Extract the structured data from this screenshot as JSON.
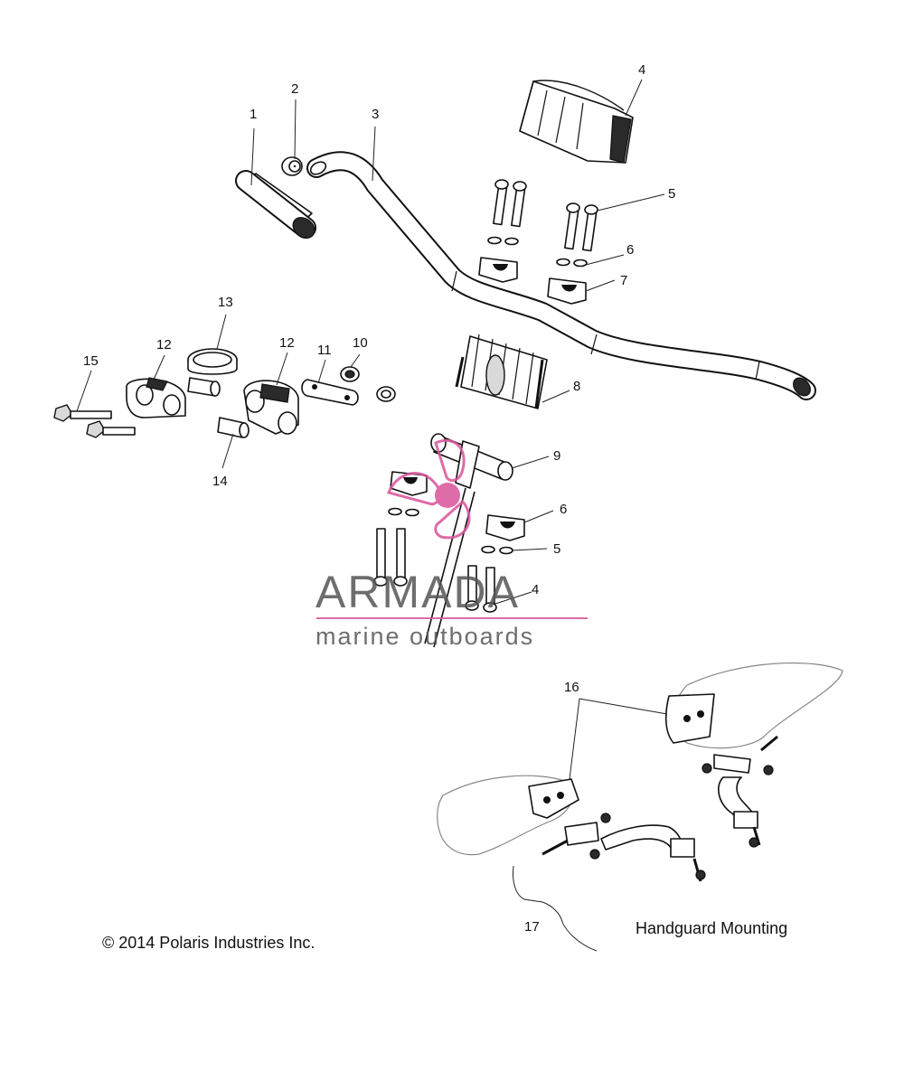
{
  "callouts": [
    {
      "id": "c1",
      "label": "1"
    },
    {
      "id": "c2",
      "label": "2"
    },
    {
      "id": "c3",
      "label": "3"
    },
    {
      "id": "c4",
      "label": "4"
    },
    {
      "id": "c5",
      "label": "5"
    },
    {
      "id": "c6",
      "label": "6"
    },
    {
      "id": "c7",
      "label": "7"
    },
    {
      "id": "c8",
      "label": "8"
    },
    {
      "id": "c9",
      "label": "9"
    },
    {
      "id": "c6b",
      "label": "6"
    },
    {
      "id": "c5b",
      "label": "5"
    },
    {
      "id": "c4b",
      "label": "4"
    },
    {
      "id": "c10",
      "label": "10"
    },
    {
      "id": "c11",
      "label": "11"
    },
    {
      "id": "c12a",
      "label": "12"
    },
    {
      "id": "c12b",
      "label": "12"
    },
    {
      "id": "c13",
      "label": "13"
    },
    {
      "id": "c14",
      "label": "14"
    },
    {
      "id": "c15",
      "label": "15"
    },
    {
      "id": "c16",
      "label": "16"
    },
    {
      "id": "c17",
      "label": "17"
    }
  ],
  "captions": {
    "copyright": "© 2014 Polaris Industries Inc.",
    "inset_title": "Handguard Mounting"
  },
  "watermark": {
    "brand": "ARMADA",
    "tagline": "marine outboards",
    "accent_color": "#d9539a"
  }
}
